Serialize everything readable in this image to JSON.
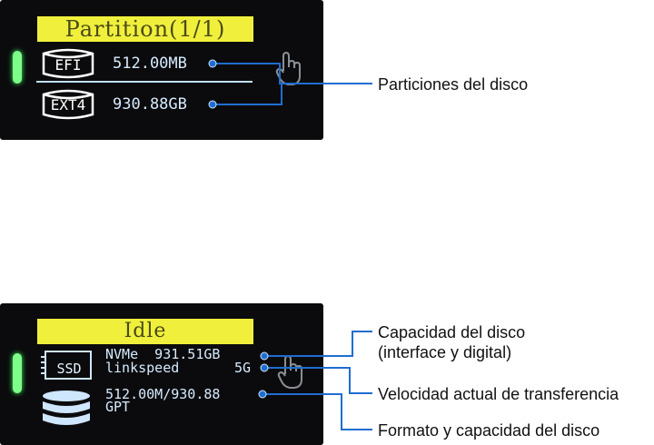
{
  "screen_partition": {
    "header": "Partition(1/1)",
    "partitions": [
      {
        "type": "EFI",
        "size": "512.00MB"
      },
      {
        "type": "EXT4",
        "size": "930.88GB"
      }
    ]
  },
  "screen_idle": {
    "header": "Idle",
    "drive_badge": "SSD",
    "capacity_line": "NVMe  931.51GB",
    "linkspeed_label": "linkspeed",
    "linkspeed_value": "5G",
    "format_line1": "512.00M/930.88",
    "format_line2": "GPT"
  },
  "callouts": {
    "partitions": "Particiones del disco",
    "capacity_line1": "Capacidad del disco",
    "capacity_line2": "(interface y digital)",
    "speed": "Velocidad actual de transferencia",
    "format": "Formato y capacidad del disco"
  },
  "colors": {
    "header_bg": "#f0f03c",
    "screen_bg": "#0b0b0d",
    "text": "#d6ebff",
    "callout": "#1f6dd1",
    "indicator": "#7dff8a"
  }
}
